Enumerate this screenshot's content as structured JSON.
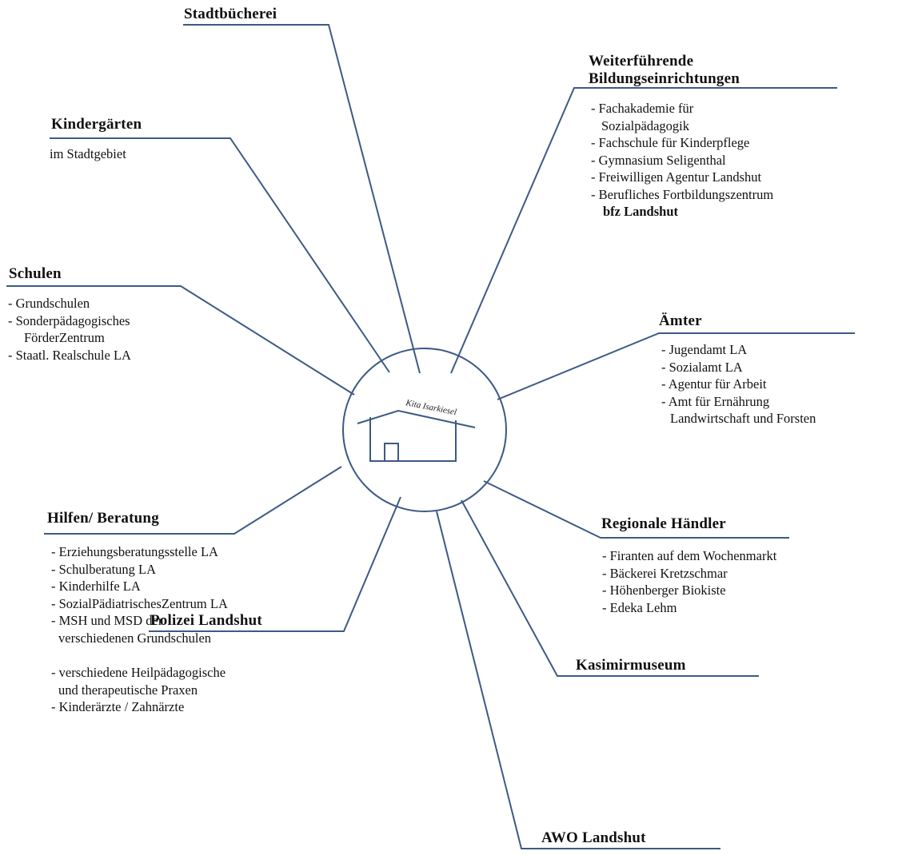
{
  "center": {
    "label": "Kita Isarkiesel"
  },
  "nodes": {
    "stadtbuecherei": {
      "title": "Stadtbücherei"
    },
    "weiterfuehrende": {
      "title_line1": "Weiterführende",
      "title_line2": "Bildungseinrichtungen",
      "items": [
        "- Fachakademie für",
        "  Sozialpädagogik",
        "- Fachschule für Kinderpflege",
        "- Gymnasium Seligenthal",
        "- Freiwilligen Agentur Landshut",
        "- Berufliches Fortbildungszentrum",
        "bfz Landshut"
      ]
    },
    "kindergaerten": {
      "title": "Kindergärten",
      "sub": "im Stadtgebiet"
    },
    "schulen": {
      "title": "Schulen",
      "items": [
        "- Grundschulen",
        "- Sonderpädagogisches",
        "FörderZentrum",
        "- Staatl. Realschule LA"
      ]
    },
    "aemter": {
      "title": "Ämter",
      "items": [
        "- Jugendamt LA",
        "- Sozialamt LA",
        "- Agentur für Arbeit",
        "- Amt für Ernährung",
        "Landwirtschaft und Forsten"
      ]
    },
    "hilfen": {
      "title": "Hilfen/ Beratung",
      "items": [
        "- Erziehungsberatungsstelle LA",
        "- Schulberatung LA",
        "- Kinderhilfe LA",
        "- SozialPädiatrischesZentrum LA",
        "- MSH und MSD der",
        "verschiedenen Grundschulen",
        "- verschiedene Heilpädagogische",
        "und therapeutische Praxen",
        "- Kinderärzte / Zahnärzte"
      ]
    },
    "haendler": {
      "title": "Regionale Händler",
      "items": [
        "- Firanten auf dem Wochenmarkt",
        "- Bäckerei Kretzschmar",
        "- Höhenberger Biokiste",
        "- Edeka Lehm"
      ]
    },
    "kasimir": {
      "title": "Kasimirmuseum"
    },
    "polizei": {
      "title": "Polizei Landshut"
    },
    "awo": {
      "title": "AWO Landshut"
    }
  }
}
